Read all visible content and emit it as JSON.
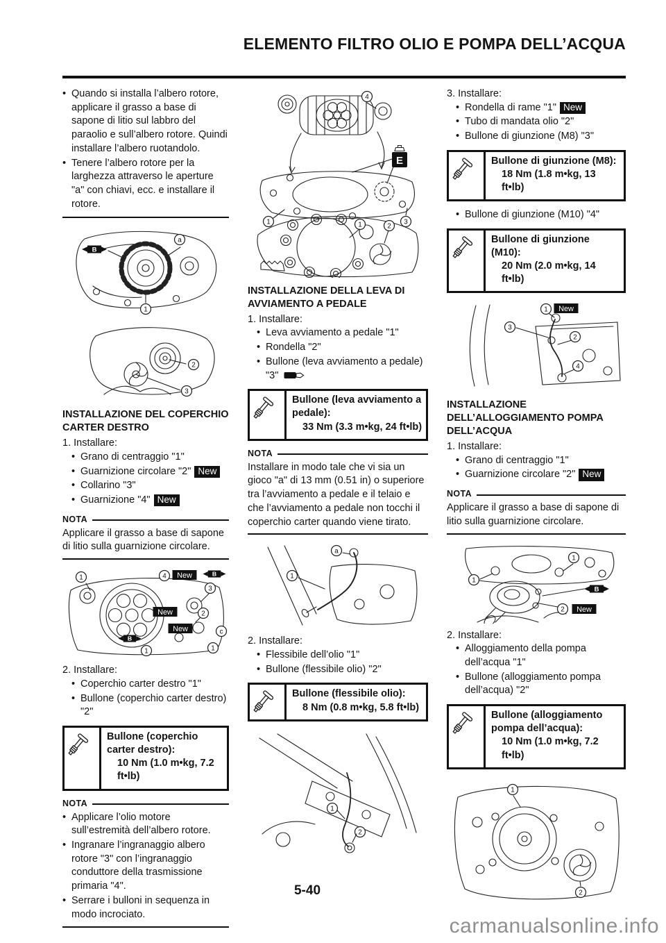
{
  "page": {
    "title": "ELEMENTO FILTRO OLIO E POMPA DELL’ACQUA",
    "page_number": "5-40",
    "watermark": "carmanualsonline.info"
  },
  "labels": {
    "nota": "NOTA"
  },
  "badges": {
    "new": "New"
  },
  "figure_labels": {
    "n1": "1",
    "n2": "2",
    "n3": "3",
    "n4": "4",
    "la": "a",
    "lb": "B",
    "lc": "c",
    "le": "E"
  },
  "col1": {
    "intro": {
      "bullets": [
        "Quando si installa l’albero rotore, applicare il grasso a base di sapone di litio sul labbro del paraolio e sull’albero rotore. Quindi installare l’albero ruotandolo.",
        "Tenere l’albero rotore per la larghezza attraverso le aperture \"a\" con chiavi, ecc. e installare il rotore."
      ]
    },
    "cover": {
      "heading": "INSTALLAZIONE DEL COPERCHIO CARTER DESTRO",
      "step1_label": "1. Installare:",
      "step1_items": [
        {
          "text": "Grano di centraggio \"1\""
        },
        {
          "text": "Guarnizione circolare \"2\""
        },
        {
          "text": "Collarino \"3\""
        },
        {
          "text": "Guarnizione \"4\""
        }
      ],
      "nota1_text": "Applicare il grasso a base di sapone di litio sulla guarnizione circolare.",
      "step2_label": "2. Installare:",
      "step2_items": [
        {
          "text": "Coperchio carter destro \"1\""
        },
        {
          "text": "Bullone (coperchio carter destro) \"2\""
        }
      ],
      "torque": {
        "title": "Bullone (coperchio carter destro):",
        "value": "10 Nm (1.0 m•kg, 7.2 ft•lb)"
      },
      "nota2_items": [
        "Applicare l’olio motore sull’estremità dell’albero rotore.",
        "Ingranare l’ingranaggio albero rotore \"3\" con l’ingranaggio conduttore della trasmissione primaria \"4\".",
        "Serrare i bulloni in sequenza in modo incrociato."
      ]
    }
  },
  "col2": {
    "kick": {
      "heading": "INSTALLAZIONE DELLA LEVA DI AVVIAMENTO A PEDALE",
      "step1_label": "1. Installare:",
      "items": [
        {
          "text": "Leva avviamento a pedale \"1\""
        },
        {
          "text": "Rondella \"2\""
        },
        {
          "text": "Bullone (leva avviamento a pedale) \"3\""
        }
      ],
      "torque": {
        "title": "Bullone (leva avviamento a pedale):",
        "value": "33 Nm (3.3 m•kg, 24 ft•lb)"
      },
      "nota_text": "Installare in modo tale che vi sia un gioco \"a\" di 13 mm (0.51 in) o superiore tra l’avviamento a pedale e il telaio e che l’avviamento a pedale non tocchi il coperchio carter quando viene tirato.",
      "step2_label": "2. Installare:",
      "step2_items": [
        {
          "text": "Flessibile dell’olio \"1\""
        },
        {
          "text": "Bullone (flessibile olio) \"2\""
        }
      ],
      "torque2": {
        "title": "Bullone (flessibile olio):",
        "value": "8 Nm (0.8 m•kg, 5.8 ft•lb)"
      }
    }
  },
  "col3": {
    "pipe": {
      "step3_label": "3. Installare:",
      "items": [
        {
          "text": "Rondella di rame \"1\""
        },
        {
          "text": "Tubo di mandata olio \"2\""
        },
        {
          "text": "Bullone di giunzione (M8) \"3\""
        }
      ],
      "torque_m8": {
        "title": "Bullone di giunzione (M8):",
        "value": "18 Nm (1.8 m•kg, 13 ft•lb)"
      },
      "item_m10": "Bullone di giunzione (M10) \"4\"",
      "torque_m10": {
        "title": "Bullone di giunzione (M10):",
        "value": "20 Nm (2.0 m•kg, 14 ft•lb)"
      }
    },
    "pump": {
      "heading": "INSTALLAZIONE DELL’ALLOGGIAMENTO POMPA DELL’ACQUA",
      "step1_label": "1. Installare:",
      "items": [
        {
          "text": "Grano di centraggio \"1\""
        },
        {
          "text": "Guarnizione circolare \"2\""
        }
      ],
      "nota_text": "Applicare il grasso a base di sapone di litio sulla guarnizione circolare.",
      "step2_label": "2. Installare:",
      "step2_items": [
        {
          "text": "Alloggiamento della pompa dell’acqua \"1\""
        },
        {
          "text": "Bullone (alloggiamento pompa dell’acqua) \"2\""
        }
      ],
      "torque": {
        "title": "Bullone (alloggiamento pompa dell’acqua):",
        "value": "10 Nm (1.0 m•kg, 7.2 ft•lb)"
      }
    }
  }
}
